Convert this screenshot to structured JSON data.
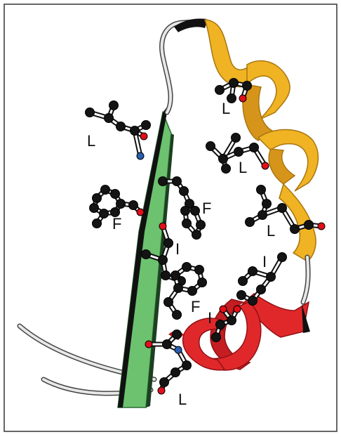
{
  "figure": {
    "colors": {
      "helix_upper": "#f0b323",
      "helix_upper_edge": "#c98e12",
      "helix_lower": "#e0282a",
      "helix_lower_edge": "#a81418",
      "strand": "#6cc26e",
      "strand_edge": "#2c6e33",
      "backbone_dark": "#111111",
      "coil": "#e8e8e8",
      "atom_carbon": "#141414",
      "atom_oxygen": "#e0101a",
      "atom_nitrogen": "#2a5fb0",
      "frame": "#333333"
    },
    "residue_labels": [
      {
        "id": "L1",
        "text": "L"
      },
      {
        "id": "L2",
        "text": "L"
      },
      {
        "id": "L3",
        "text": "L"
      },
      {
        "id": "L4",
        "text": "L"
      },
      {
        "id": "F1",
        "text": "F"
      },
      {
        "id": "F2",
        "text": "F"
      },
      {
        "id": "I1",
        "text": "I"
      },
      {
        "id": "I2",
        "text": "I"
      },
      {
        "id": "F3",
        "text": "F"
      },
      {
        "id": "I3",
        "text": "I"
      },
      {
        "id": "L5",
        "text": "L"
      }
    ]
  }
}
